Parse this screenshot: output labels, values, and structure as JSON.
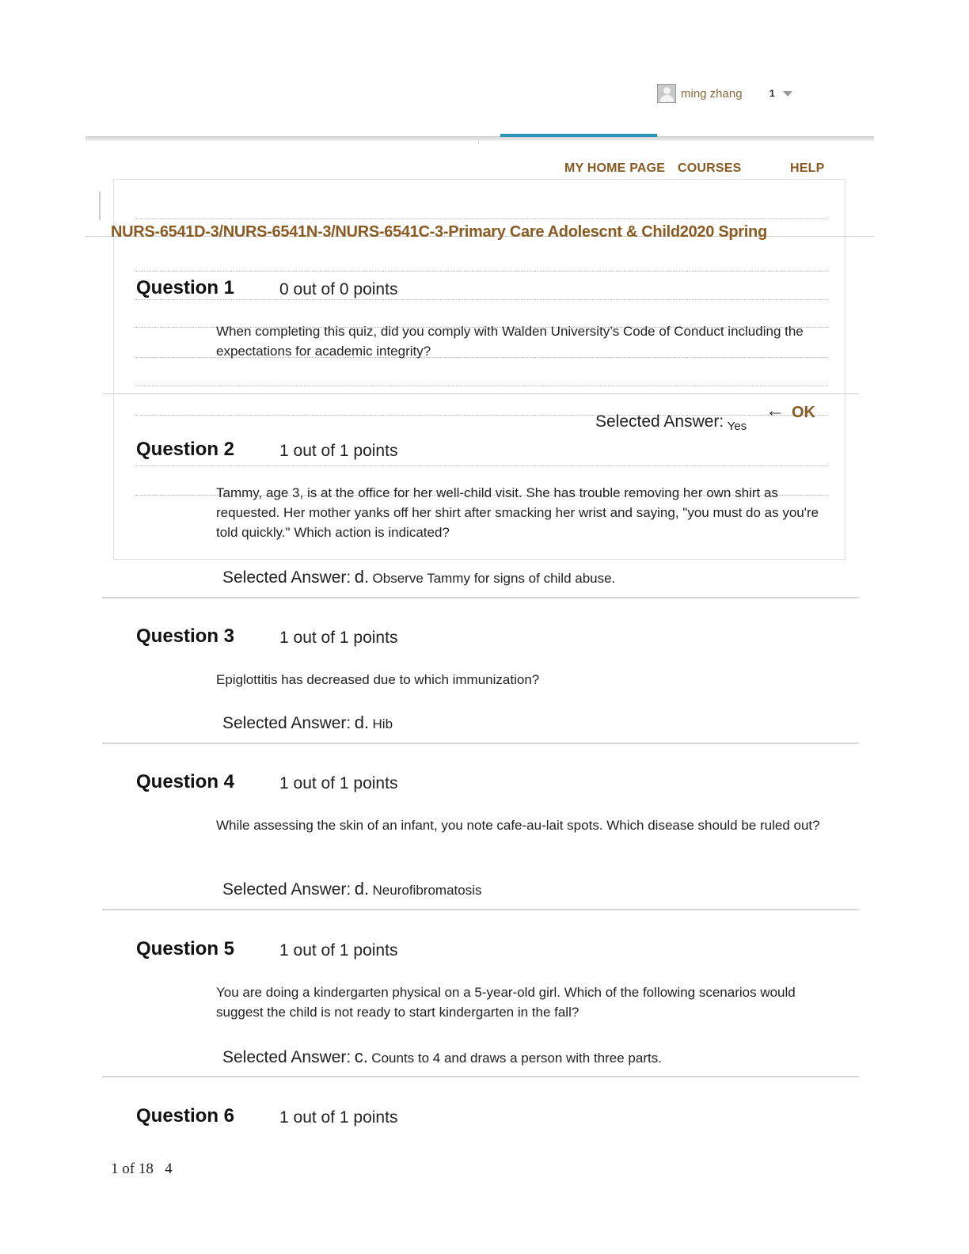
{
  "user": {
    "name": "ming zhang",
    "notifications": "1"
  },
  "nav": {
    "home": "MY HOME PAGE",
    "courses": "COURSES",
    "help": "HELP"
  },
  "course": {
    "title": "NURS-6541D-3/NURS-6541N-3/NURS-6541C-3-Primary Care Adolescnt & Child2020 Spring"
  },
  "questions": [
    {
      "title": "Question 1",
      "score": "0  out of 0 points",
      "text": "When completing this quiz, did you comply with Walden University’s Code of Conduct including the expectations for academic integrity?",
      "answer_label": "Selected Answer:",
      "answer_letter": "",
      "answer_value": "Yes",
      "annotation": {
        "arrow": "←",
        "text": "OK"
      }
    },
    {
      "title": "Question 2",
      "score": "1  out of 1 points",
      "text": "Tammy, age 3, is at the office for her well-child visit. She has trouble removing her own shirt as requested. Her mother yanks off her shirt after smacking her wrist and saying, \"you must do as you're told quickly.\" Which action is indicated?",
      "answer_label": "Selected Answer:",
      "answer_letter": "d.",
      "answer_value": "Observe Tammy for signs of child abuse."
    },
    {
      "title": "Question 3",
      "score": "1  out of 1 points",
      "text": "Epiglottitis has decreased due to which immunization?",
      "answer_label": "Selected Answer:",
      "answer_letter": "d.",
      "answer_value": "Hib"
    },
    {
      "title": "Question 4",
      "score": "1  out of 1 points",
      "text": "While assessing the skin of an infant, you note cafe-au-lait spots. Which disease should be ruled out?",
      "answer_label": "Selected Answer:",
      "answer_letter": "d.",
      "answer_value": "Neurofibromatosis"
    },
    {
      "title": "Question 5",
      "score": "1  out of 1 points",
      "text": "You are doing a kindergarten physical on a 5-year-old girl. Which of the following scenarios would suggest the child is not ready to start kindergarten in the fall?",
      "answer_label": "Selected Answer:",
      "answer_letter": "c.",
      "answer_value": "Counts to 4 and draws a person with three parts."
    },
    {
      "title": "Question 6",
      "score": "1  out of 1 points"
    }
  ],
  "footer": {
    "pager": "1 of 18   4"
  }
}
